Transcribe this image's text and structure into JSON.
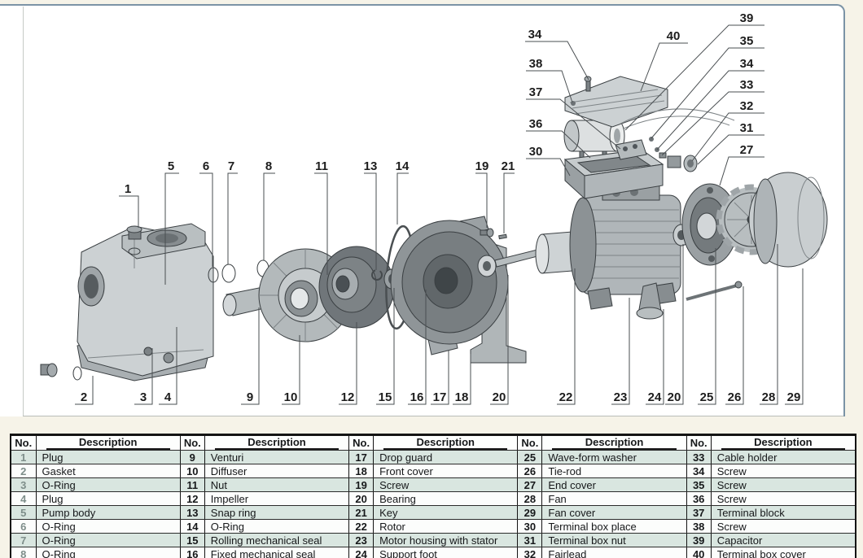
{
  "colors": {
    "page_background": "#f6f3e8",
    "panel_border_blue": "#7b93a6",
    "table_border": "#141414",
    "row_alternate": "#d9e6e0"
  },
  "diagram": {
    "description": "Exploded view of jet water pump with numbered callouts",
    "callouts": [
      {
        "label": "34"
      },
      {
        "label": "38"
      },
      {
        "label": "37"
      },
      {
        "label": "36"
      },
      {
        "label": "30"
      },
      {
        "label": "40"
      },
      {
        "label": "39"
      },
      {
        "label": "35"
      },
      {
        "label": "34"
      },
      {
        "label": "33"
      },
      {
        "label": "32"
      },
      {
        "label": "31"
      },
      {
        "label": "27"
      },
      {
        "label": "1"
      },
      {
        "label": "5"
      },
      {
        "label": "6"
      },
      {
        "label": "7"
      },
      {
        "label": "8"
      },
      {
        "label": "11"
      },
      {
        "label": "13"
      },
      {
        "label": "14"
      },
      {
        "label": "19"
      },
      {
        "label": "21"
      },
      {
        "label": "2"
      },
      {
        "label": "3"
      },
      {
        "label": "4"
      },
      {
        "label": "9"
      },
      {
        "label": "10"
      },
      {
        "label": "12"
      },
      {
        "label": "15"
      },
      {
        "label": "16"
      },
      {
        "label": "17"
      },
      {
        "label": "18"
      },
      {
        "label": "20"
      },
      {
        "label": "22"
      },
      {
        "label": "23"
      },
      {
        "label": "24"
      },
      {
        "label": "20"
      },
      {
        "label": "25"
      },
      {
        "label": "26"
      },
      {
        "label": "28"
      },
      {
        "label": "29"
      }
    ]
  },
  "table": {
    "no_header": "No.",
    "desc_header": "Description",
    "groups": [
      {
        "rows": [
          {
            "no": "1",
            "desc": "Plug"
          },
          {
            "no": "2",
            "desc": "Gasket"
          },
          {
            "no": "3",
            "desc": "O-Ring"
          },
          {
            "no": "4",
            "desc": "Plug"
          },
          {
            "no": "5",
            "desc": "Pump body"
          },
          {
            "no": "6",
            "desc": "O-Ring"
          },
          {
            "no": "7",
            "desc": "O-Ring"
          },
          {
            "no": "8",
            "desc": "O-Ring"
          }
        ]
      },
      {
        "rows": [
          {
            "no": "9",
            "desc": "Venturi"
          },
          {
            "no": "10",
            "desc": "Diffuser"
          },
          {
            "no": "11",
            "desc": "Nut"
          },
          {
            "no": "12",
            "desc": "Impeller"
          },
          {
            "no": "13",
            "desc": "Snap ring"
          },
          {
            "no": "14",
            "desc": "O-Ring"
          },
          {
            "no": "15",
            "desc": "Rolling mechanical seal"
          },
          {
            "no": "16",
            "desc": "Fixed mechanical seal"
          }
        ]
      },
      {
        "rows": [
          {
            "no": "17",
            "desc": "Drop guard"
          },
          {
            "no": "18",
            "desc": "Front cover"
          },
          {
            "no": "19",
            "desc": "Screw"
          },
          {
            "no": "20",
            "desc": "Bearing"
          },
          {
            "no": "21",
            "desc": "Key"
          },
          {
            "no": "22",
            "desc": "Rotor"
          },
          {
            "no": "23",
            "desc": "Motor housing with stator"
          },
          {
            "no": "24",
            "desc": "Support foot"
          }
        ]
      },
      {
        "rows": [
          {
            "no": "25",
            "desc": "Wave-form washer"
          },
          {
            "no": "26",
            "desc": "Tie-rod"
          },
          {
            "no": "27",
            "desc": "End cover"
          },
          {
            "no": "28",
            "desc": "Fan"
          },
          {
            "no": "29",
            "desc": "Fan cover"
          },
          {
            "no": "30",
            "desc": "Terminal box place"
          },
          {
            "no": "31",
            "desc": "Terminal box nut"
          },
          {
            "no": "32",
            "desc": "Fairlead"
          }
        ]
      },
      {
        "rows": [
          {
            "no": "33",
            "desc": "Cable holder"
          },
          {
            "no": "34",
            "desc": "Screw"
          },
          {
            "no": "35",
            "desc": "Screw"
          },
          {
            "no": "36",
            "desc": "Screw"
          },
          {
            "no": "37",
            "desc": "Terminal block"
          },
          {
            "no": "38",
            "desc": "Screw"
          },
          {
            "no": "39",
            "desc": "Capacitor"
          },
          {
            "no": "40",
            "desc": "Terminal box cover"
          }
        ]
      }
    ]
  }
}
